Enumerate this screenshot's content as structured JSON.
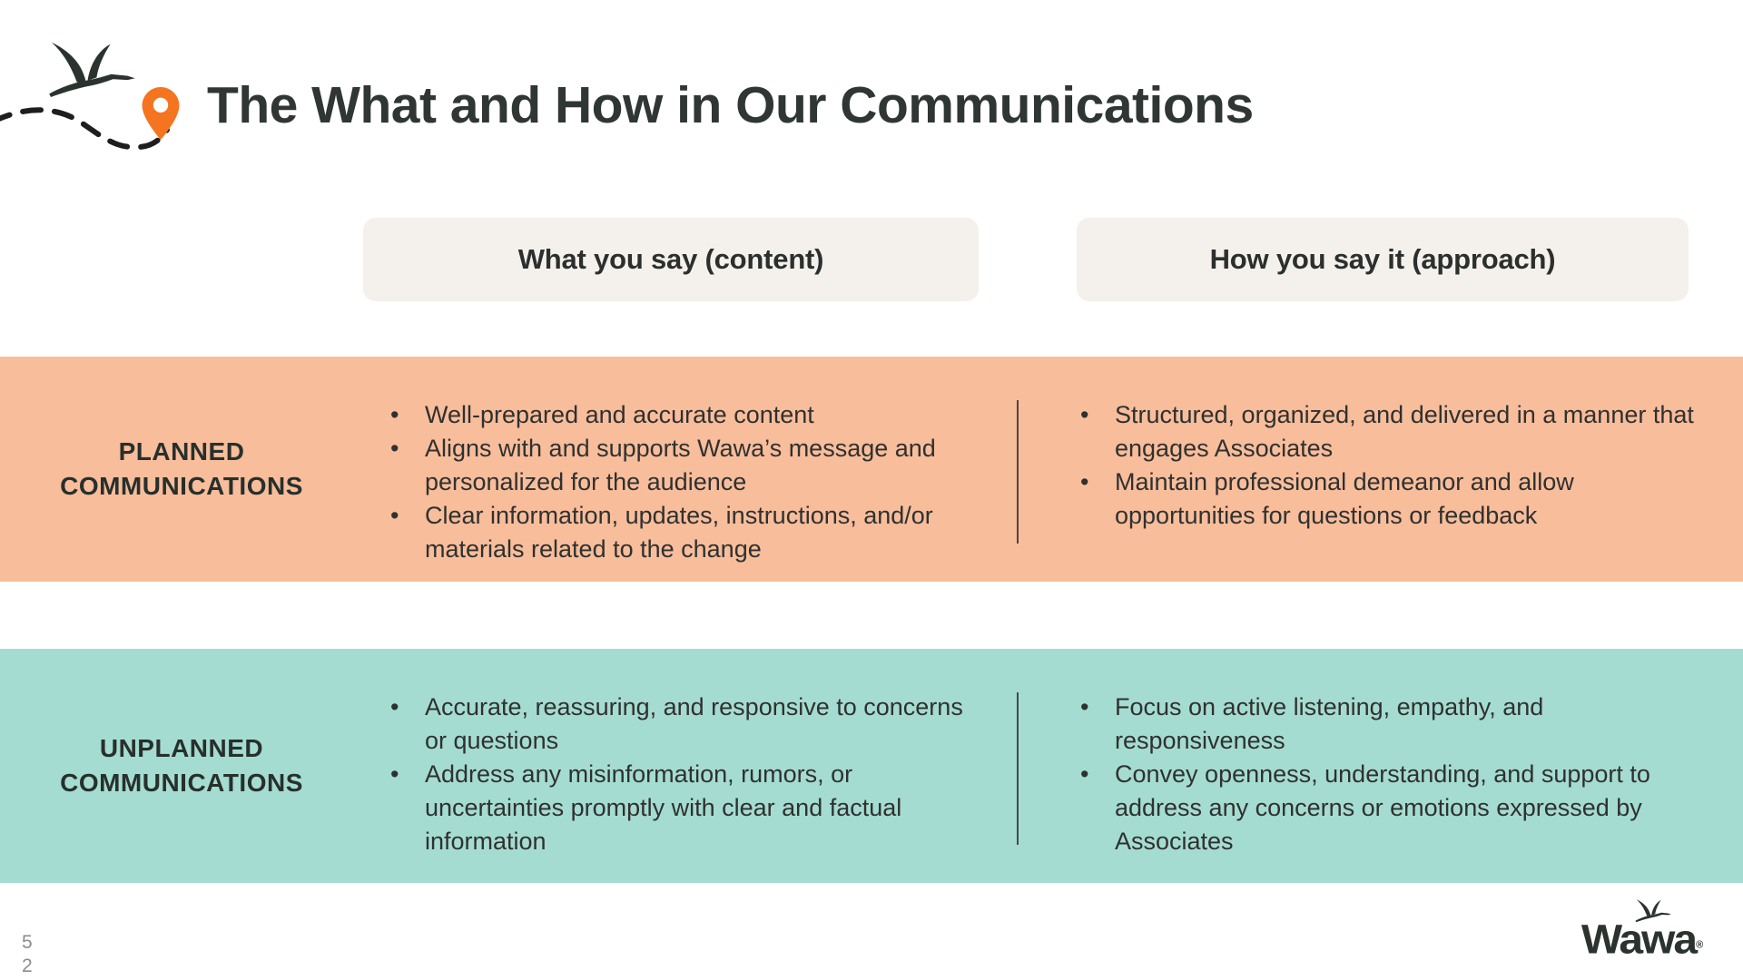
{
  "title": "The What and How in Our Communications",
  "columns": {
    "what": "What you say (content)",
    "how": "How you say it (approach)"
  },
  "rows": {
    "planned": {
      "label_line1": "PLANNED",
      "label_line2": "COMMUNICATIONS",
      "what": [
        "Well-prepared and accurate content",
        "Aligns with and supports Wawa’s message and personalized for the audience",
        "Clear information, updates, instructions, and/or materials related to the change"
      ],
      "how": [
        "Structured, organized, and delivered in a manner that engages Associates",
        "Maintain professional demeanor and allow opportunities for questions or feedback"
      ]
    },
    "unplanned": {
      "label_line1": "UNPLANNED",
      "label_line2": "COMMUNICATIONS",
      "what": [
        "Accurate, reassuring, and responsive to concerns or questions",
        "Address any misinformation, rumors, or uncertainties promptly with clear and factual  information"
      ],
      "how": [
        "Focus on active listening, empathy, and responsiveness",
        "Convey openness, understanding, and support to address any concerns or emotions expressed by Associates"
      ]
    }
  },
  "footer": {
    "page_number_top": "5",
    "page_number_bottom": "2",
    "logo_text": "Wawa",
    "logo_trademark": "®"
  },
  "colors": {
    "planned_row_bg": "#F8BD9B",
    "unplanned_row_bg": "#A5DCD1",
    "header_chip_bg": "#F4F1EC",
    "pin_orange": "#F4741F",
    "title_charcoal": "#2F3633",
    "page_number_gray": "#8C8C8C"
  },
  "icons": {
    "goose": "flying-goose-silhouette",
    "pin": "location-pin",
    "logo_goose": "wawa-goose"
  }
}
